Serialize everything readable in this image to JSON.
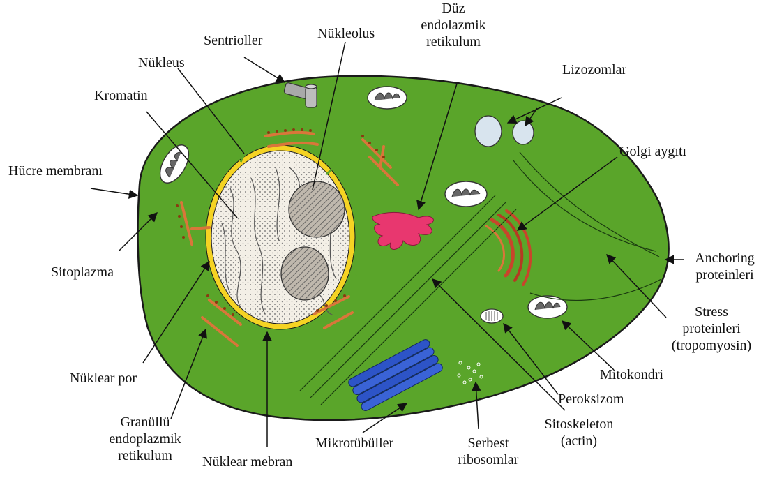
{
  "colors": {
    "cytoplasm": "#5aa52a",
    "outline": "#1a1a1a",
    "nucleus_fill": "#f3efe6",
    "nuclear_envelope": "#f5d323",
    "rough_er": "#d9763a",
    "smooth_er": "#e8376f",
    "golgi": "#c8452b",
    "microtubule": "#2d54c7",
    "lysosome": "#d8e4ee",
    "mitochondria_bg": "#ffffff",
    "centriole": "#a9a9a9"
  },
  "labels": {
    "sentrioller": "Sentrioller",
    "nukleolus": "Nükleolus",
    "duz_er_1": "Düz",
    "duz_er_2": "endolazmik",
    "duz_er_3": "retikulum",
    "lizozomlar": "Lizozomlar",
    "nukleus": "Nükleus",
    "kromatin": "Kromatin",
    "golgi": "Golgi aygıtı",
    "hucre_membrani": "Hücre membranı",
    "anchoring_1": "Anchoring",
    "anchoring_2": "proteinleri",
    "sitoplazma": "Sitoplazma",
    "stress_1": "Stress",
    "stress_2": "proteinleri",
    "stress_3": "(tropomyosin)",
    "mitokondri": "Mitokondri",
    "nuklear_por": "Nüklear por",
    "peroksizom": "Peroksizom",
    "granullu_1": "Granüllü",
    "granullu_2": "endoplazmik",
    "granullu_3": "retikulum",
    "sitoskeleton_1": "Sitoskeleton",
    "sitoskeleton_2": "(actin)",
    "mikrotubuller": "Mikrotübüller",
    "serbest_1": "Serbest",
    "serbest_2": "ribosomlar",
    "nuklear_mebran": "Nüklear mebran"
  }
}
